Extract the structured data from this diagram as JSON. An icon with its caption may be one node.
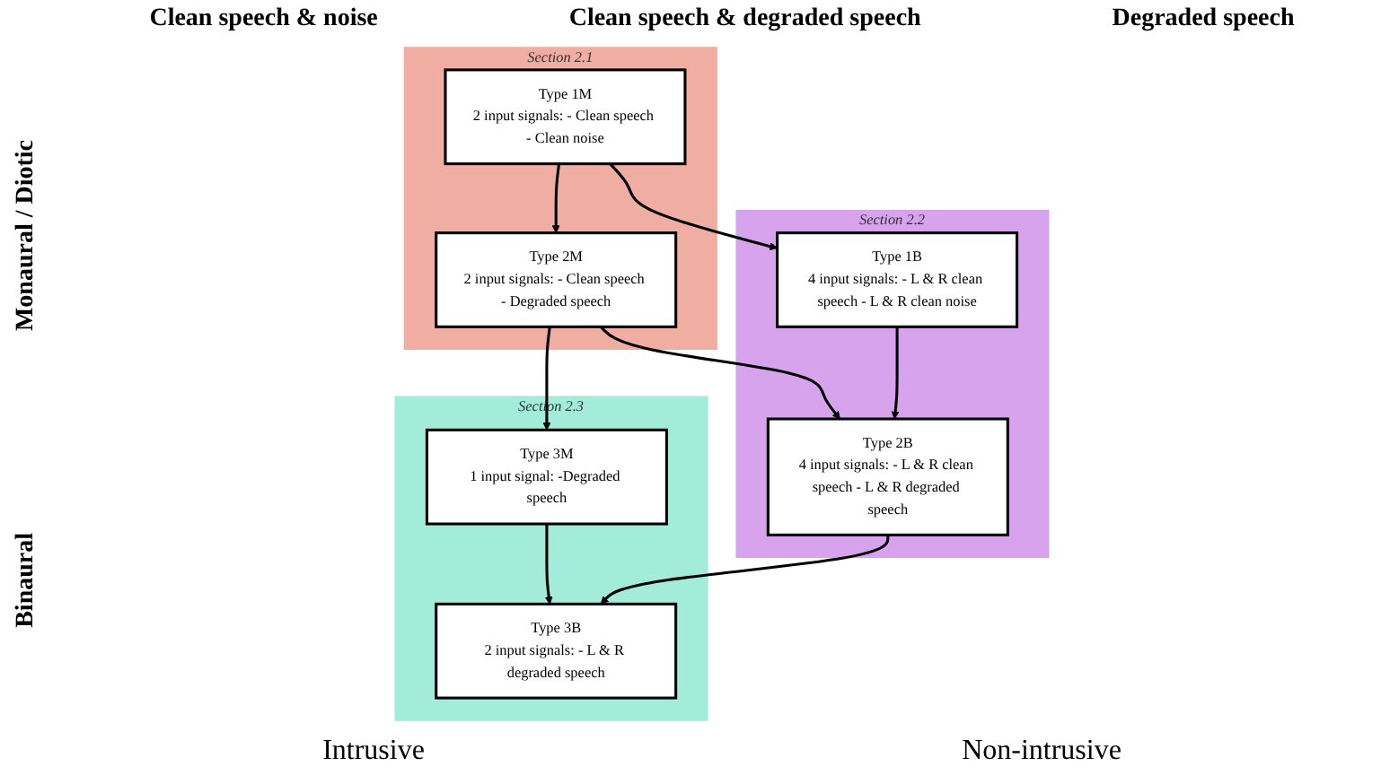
{
  "diagram": {
    "nodes": [
      {
        "text": [
          "Section 2.1"
        ]
      },
      {
        "text": [
          "Type 1M",
          "2 input signals: - Clean speech - Clean noise"
        ],
        "in": 0
      },
      {
        "text": [
          "Type 2M",
          "2 input signals: - Clean speech - Degraded speech"
        ],
        "in": 0
      },
      {
        "text": [
          "Section 2.2"
        ]
      },
      {
        "text": [
          "Type 1B",
          "4 input signals: - L & R clean speech - L & R clean noise"
        ],
        "in": 3
      },
      {
        "text": [
          "Type 2B",
          "4 input signals: - L & R clean speech - L & R degraded speech"
        ],
        "in": 3
      },
      {
        "text": [
          "Section 2.3"
        ]
      },
      {
        "text": [
          "Type 3M",
          "1 input signal: -Degraded speech"
        ],
        "in": 6
      },
      {
        "text": [
          "Type 3B",
          "2 input signals: - L & R degraded speech"
        ],
        "in": 6
      }
    ],
    "edges": [
      {
        "from": 1,
        "to": 2,
        "arrow": "to"
      },
      {
        "from": 2,
        "to": 7,
        "arrow": "to"
      },
      {
        "from": 1,
        "to": 4,
        "arrow": "to"
      },
      {
        "from": 2,
        "to": 5,
        "arrow": "to"
      },
      {
        "from": 7,
        "to": 8,
        "arrow": "to"
      },
      {
        "from": 4,
        "to": 5,
        "arrow": "to"
      },
      {
        "from": 5,
        "to": 8,
        "arrow": "to"
      }
    ],
    "labels": [
      "Clean speech & noise",
      "Clean speech & degraded speech",
      "Degraded speech",
      "Monaural / Diotic",
      "Binaural",
      "Intrusive",
      "Non-intrusive"
    ]
  }
}
